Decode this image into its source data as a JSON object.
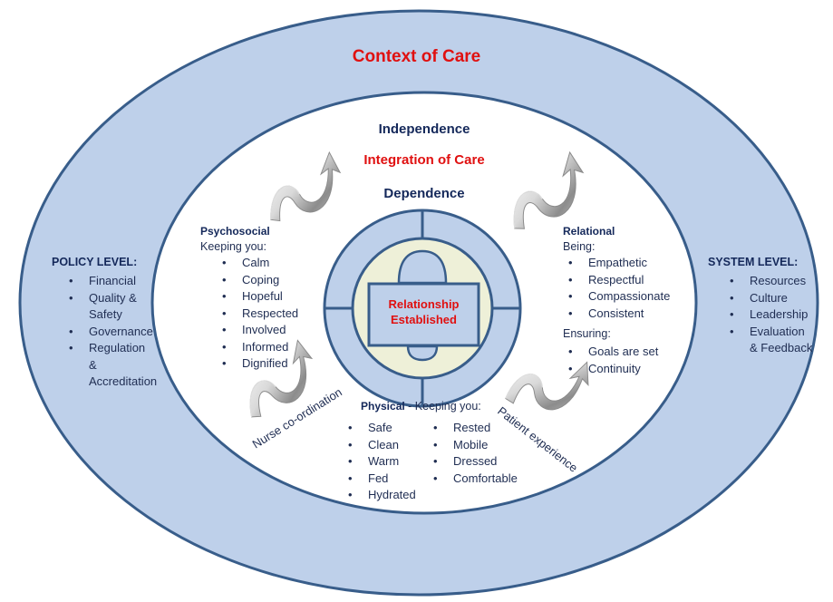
{
  "title": "Context of Care",
  "care_spectrum": {
    "top": "Independence",
    "middle": "Integration of Care",
    "bottom": "Dependence"
  },
  "center_label": [
    "Relationship",
    "Established"
  ],
  "policy_level": {
    "heading": "POLICY LEVEL:",
    "items": [
      "Financial",
      "Quality &",
      "Governance",
      "Regulation"
    ],
    "continuations": [
      "Safety",
      "&",
      "Accreditation"
    ]
  },
  "system_level": {
    "heading": "SYSTEM LEVEL:",
    "items": [
      "Resources",
      "Culture",
      "Leadership",
      "Evaluation"
    ],
    "continuations": [
      "& Feedback"
    ]
  },
  "psychosocial": {
    "heading": "Psychosocial",
    "subheading": "Keeping you:",
    "items": [
      "Calm",
      "Coping",
      "Hopeful",
      "Respected",
      "Involved",
      "Informed",
      "Dignified"
    ]
  },
  "relational": {
    "heading": "Relational",
    "being_label": "Being:",
    "being_items": [
      "Empathetic",
      "Respectful",
      "Compassionate",
      "Consistent"
    ],
    "ensuring_label": "Ensuring:",
    "ensuring_items": [
      "Goals are set",
      "Continuity"
    ]
  },
  "physical": {
    "heading": "Physical",
    "subheading": " - Keeping you:",
    "items_left": [
      "Safe",
      "Clean",
      "Warm",
      "Fed",
      "Hydrated"
    ],
    "items_right": [
      "Rested",
      "Mobile",
      "Dressed",
      "Comfortable"
    ]
  },
  "curved_labels": {
    "nurse": "Nurse co-ordination",
    "patient": "Patient experience"
  },
  "colors": {
    "outer_fill": "#bed0ea",
    "outer_stroke": "#385d8a",
    "center_fill": "#eef0d8",
    "red": "#e01010",
    "navy": "#14285a"
  },
  "icons": [
    "spiral-arrow-icon"
  ]
}
